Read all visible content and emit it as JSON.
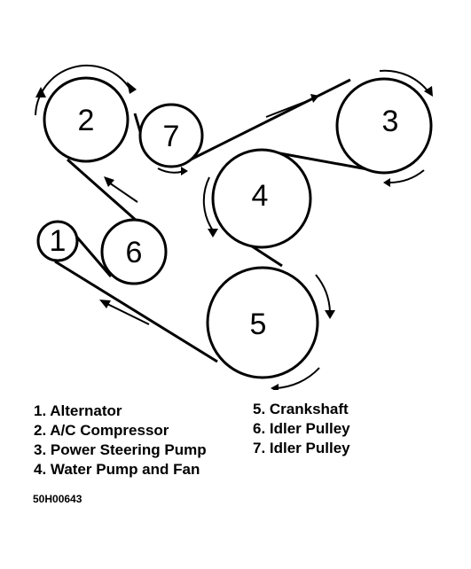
{
  "pulleys": [
    {
      "number": "1",
      "name": "Alternator"
    },
    {
      "number": "2",
      "name": "A/C Compressor"
    },
    {
      "number": "3",
      "name": "Power Steering Pump"
    },
    {
      "number": "4",
      "name": "Water Pump and Fan"
    },
    {
      "number": "5",
      "name": "Crankshaft"
    },
    {
      "number": "6",
      "name": "Idler Pulley"
    },
    {
      "number": "7",
      "name": "Idler Pulley"
    }
  ],
  "legend": {
    "left": [
      "1. Alternator",
      "2. A/C Compressor",
      "3. Power Steering Pump",
      "4. Water Pump and Fan"
    ],
    "right": [
      "5. Crankshaft",
      "6. Idler Pulley",
      "7. Idler Pulley"
    ]
  },
  "figure_id": "50H00643"
}
